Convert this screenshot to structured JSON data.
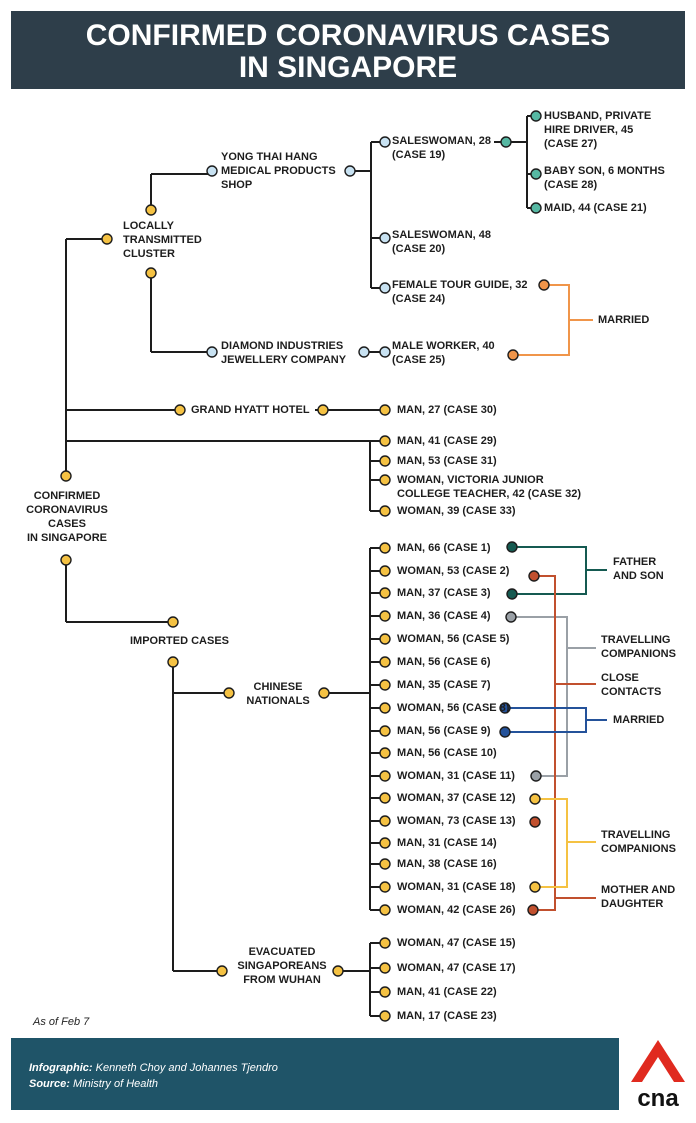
{
  "header": {
    "title_line1": "CONFIRMED CORONAVIRUS CASES",
    "title_line2": "IN SINGAPORE"
  },
  "colors": {
    "header_bg": "#2e3e4a",
    "footer_bg": "#1f5468",
    "node_yellow": "#f5c243",
    "node_lightblue": "#c8e2f2",
    "node_teal": "#56b8a3",
    "pair_darkgreen": "#155a51",
    "pair_grey": "#9aa0a6",
    "pair_blue": "#24529a",
    "pair_red": "#c1502e",
    "pair_orange": "#f0954a",
    "brand_red": "#e02a1f"
  },
  "nodes": {
    "root": [
      "CONFIRMED",
      "CORONAVIRUS",
      "CASES",
      "IN SINGAPORE"
    ],
    "local": [
      "LOCALLY",
      "TRANSMITTED",
      "CLUSTER"
    ],
    "yongthai": [
      "YONG THAI HANG",
      "MEDICAL PRODUCTS",
      "SHOP"
    ],
    "diamond": [
      "DIAMOND INDUSTRIES",
      "JEWELLERY COMPANY"
    ],
    "c19": [
      "SALESWOMAN, 28",
      "(CASE 19)"
    ],
    "c20": [
      "SALESWOMAN, 48",
      "(CASE 20)"
    ],
    "c24": [
      "FEMALE TOUR GUIDE, 32",
      "(CASE 24)"
    ],
    "c25": [
      "MALE WORKER, 40",
      "(CASE 25)"
    ],
    "c27": [
      "HUSBAND, PRIVATE",
      "HIRE DRIVER, 45",
      "(CASE 27)"
    ],
    "c28": [
      "BABY SON, 6 MONTHS",
      "(CASE 28)"
    ],
    "c21": [
      "MAID, 44 (CASE 21)"
    ],
    "grandhyatt": [
      "GRAND HYATT HOTEL"
    ],
    "c30": [
      "MAN, 27 (CASE 30)"
    ],
    "c29": [
      "MAN, 41 (CASE 29)"
    ],
    "c31": [
      "MAN, 53 (CASE 31)"
    ],
    "c32": [
      "WOMAN, VICTORIA JUNIOR",
      "COLLEGE TEACHER, 42 (CASE 32)"
    ],
    "c33": [
      "WOMAN, 39 (CASE 33)"
    ],
    "imported": [
      "IMPORTED CASES"
    ],
    "chinese": [
      "CHINESE",
      "NATIONALS"
    ],
    "evacuated": [
      "EVACUATED",
      "SINGAPOREANS",
      "FROM WUHAN"
    ]
  },
  "chinese_cases": [
    "MAN, 66 (CASE 1)",
    "WOMAN, 53 (CASE 2)",
    "MAN, 37 (CASE 3)",
    "MAN, 36 (CASE 4)",
    "WOMAN, 56 (CASE 5)",
    "MAN, 56 (CASE 6)",
    "MAN, 35 (CASE 7)",
    "WOMAN, 56 (CASE 8)",
    "MAN, 56 (CASE 9)",
    "MAN, 56 (CASE 10)",
    "WOMAN, 31 (CASE 11)",
    "WOMAN, 37 (CASE 12)",
    "WOMAN, 73 (CASE 13)",
    "MAN, 31 (CASE 14)",
    "MAN, 38 (CASE 16)",
    "WOMAN, 31 (CASE 18)",
    "WOMAN, 42 (CASE 26)"
  ],
  "evacuated_cases": [
    "WOMAN, 47 (CASE 15)",
    "WOMAN, 47 (CASE 17)",
    "MAN, 41 (CASE 22)",
    "MAN, 17 (CASE 23)"
  ],
  "relations": {
    "married_local": [
      "MARRIED"
    ],
    "father_son": [
      "FATHER",
      "AND SON"
    ],
    "travelling_1": [
      "TRAVELLING",
      "COMPANIONS"
    ],
    "close_contacts": [
      "CLOSE",
      "CONTACTS"
    ],
    "married_imported": [
      "MARRIED"
    ],
    "travelling_2": [
      "TRAVELLING",
      "COMPANIONS"
    ],
    "mother_daughter": [
      "MOTHER AND",
      "DAUGHTER"
    ]
  },
  "as_of": "As of Feb 7",
  "footer": {
    "infographic_label": "Infographic:",
    "infographic_value": " Kenneth Choy and Johannes Tjendro",
    "source_label": "Source:",
    "source_value": " Ministry of Health"
  },
  "logo_text": "cna"
}
